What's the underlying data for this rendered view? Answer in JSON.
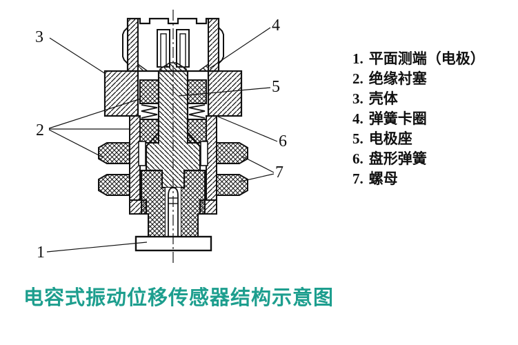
{
  "diagram": {
    "description": "cross-section structural drawing of a capacitive vibration displacement sensor",
    "callouts": {
      "c1": "1",
      "c2": "2",
      "c3": "3",
      "c4": "4",
      "c5": "5",
      "c6": "6",
      "c7": "7"
    }
  },
  "legend": {
    "items": [
      {
        "num": "1.",
        "label": "平面测端（电极）"
      },
      {
        "num": "2.",
        "label": "绝缘衬塞"
      },
      {
        "num": "3.",
        "label": "壳体"
      },
      {
        "num": "4.",
        "label": "弹簧卡圈"
      },
      {
        "num": "5.",
        "label": "电极座"
      },
      {
        "num": "6.",
        "label": "盘形弹簧"
      },
      {
        "num": "7.",
        "label": "螺母"
      }
    ]
  },
  "title": {
    "text": "电容式振动位移传感器结构示意图"
  },
  "colors": {
    "line": "#111111",
    "background": "#ffffff",
    "title": "#1d9e8e"
  }
}
